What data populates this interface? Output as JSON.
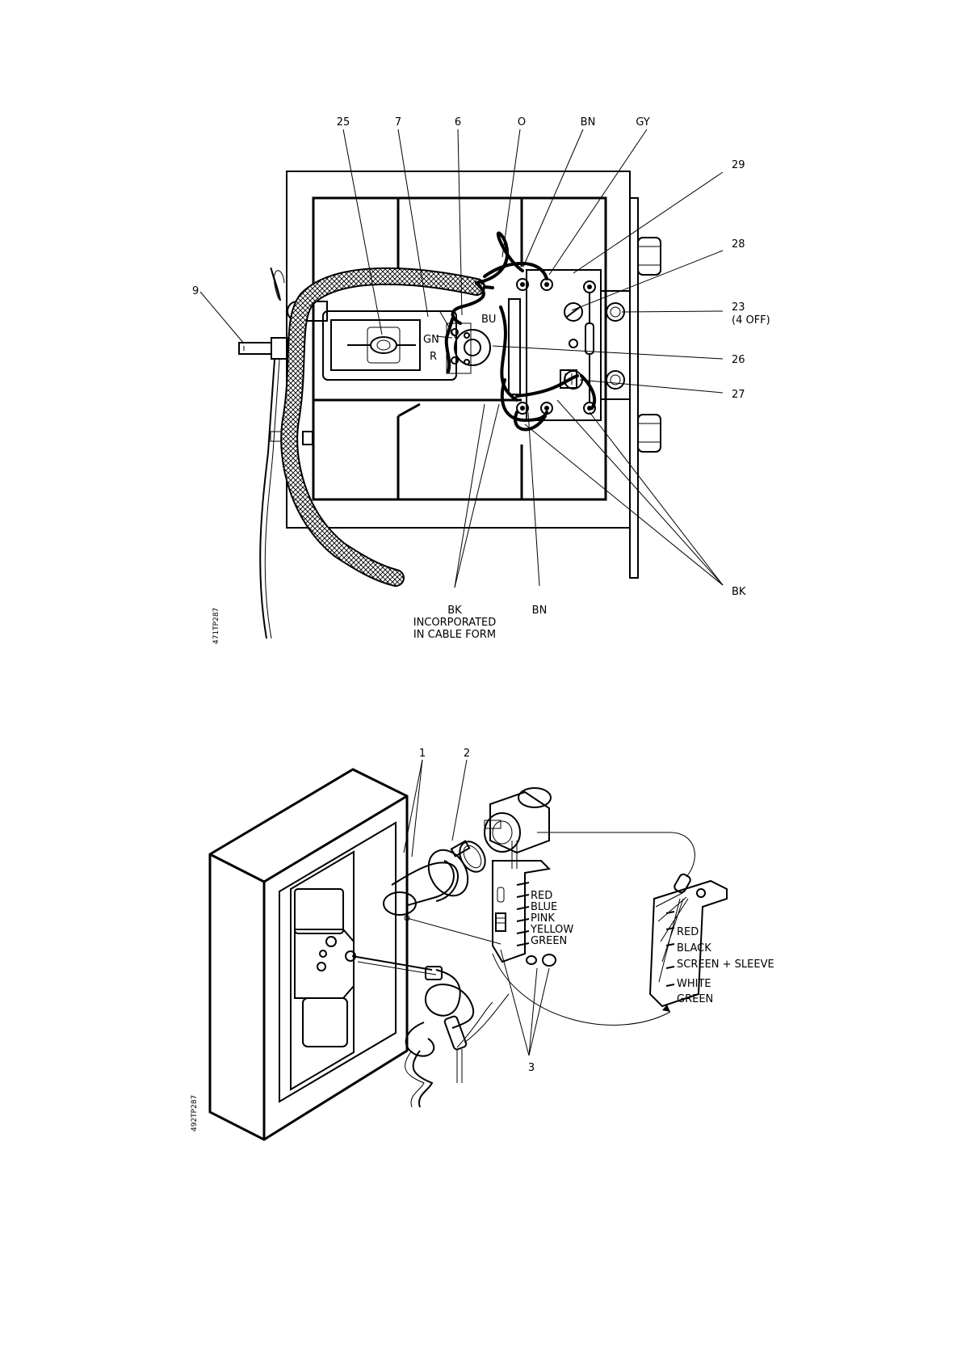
{
  "figure_top": {
    "ref_code": "471TP287",
    "callouts_top": [
      "25",
      "7",
      "6",
      "O",
      "BN",
      "GY"
    ],
    "callouts_right": [
      "29",
      "28",
      "23",
      "(4 OFF)",
      "26",
      "27",
      "BK"
    ],
    "callout_left": "9",
    "inner_labels": [
      "BU",
      "GN",
      "R"
    ],
    "bottom_labels": {
      "bk": "BK",
      "incorporated": "INCORPORATED",
      "cable_form": "IN CABLE FORM",
      "bn": "BN"
    }
  },
  "figure_bottom": {
    "ref_code": "492TP287",
    "callouts": [
      "1",
      "2",
      "3"
    ],
    "terminal_colours_left": [
      "RED",
      "BLUE",
      "PINK",
      "YELLOW",
      "GREEN"
    ],
    "terminal_colours_right": [
      "RED",
      "BLACK",
      "SCREEN + SLEEVE",
      "WHITE",
      "GREEN"
    ]
  }
}
